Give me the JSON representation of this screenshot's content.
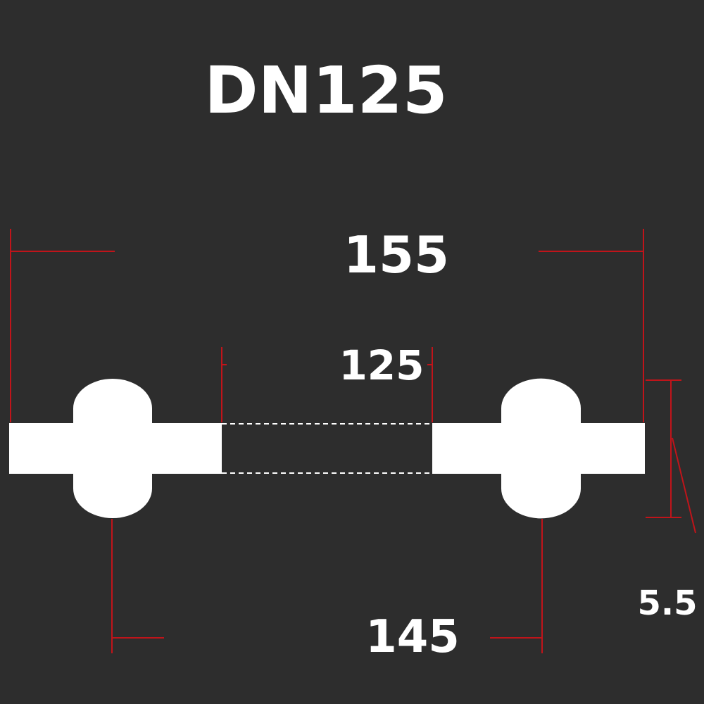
{
  "title": "DN125",
  "dimensions": {
    "outer_width": "155",
    "inner_width": "125",
    "hole_center_spacing": "145",
    "thickness": "5.5"
  },
  "colors": {
    "background": "#2d2d2d",
    "part": "#ffffff",
    "dimension_line": "#c0141a",
    "text": "#ffffff"
  }
}
